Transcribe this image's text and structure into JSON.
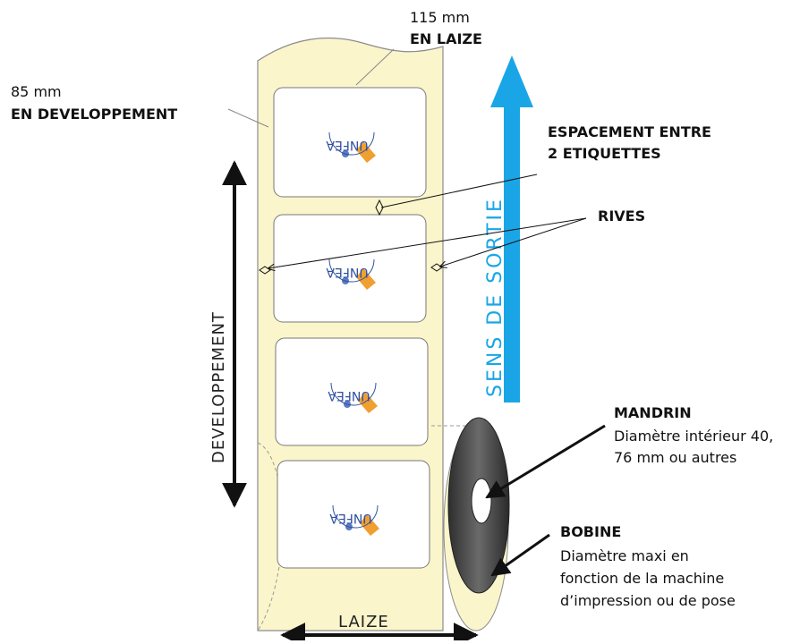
{
  "colors": {
    "paper": "#fbf5cc",
    "paper_stroke": "#8c8c8c",
    "arrow_blue": "#1aa6e6",
    "core_dark": "#3a3a3a",
    "arrow_black": "#111111"
  },
  "labels": {
    "laize_value": "115 mm",
    "laize_title": "EN LAIZE",
    "dev_value": "85 mm",
    "dev_title": "EN DEVELOPPEMENT",
    "espacement_line1": "ESPACEMENT ENTRE",
    "espacement_line2": "2 ETIQUETTES",
    "rives": "RIVES",
    "mandrin_title": "MANDRIN",
    "mandrin_line1": "Diamètre intérieur 40,",
    "mandrin_line2": "76 mm ou autres",
    "bobine_title": "BOBINE",
    "bobine_line1": "Diamètre maxi en",
    "bobine_line2": "fonction de la machine",
    "bobine_line3": "d’impression ou de pose"
  },
  "axis_labels": {
    "sens_de_sortie": "SENS DE SORTIE",
    "developpement": "DEVELOPPEMENT",
    "laize": "LAIZE"
  },
  "logo_text": "UNFEA"
}
